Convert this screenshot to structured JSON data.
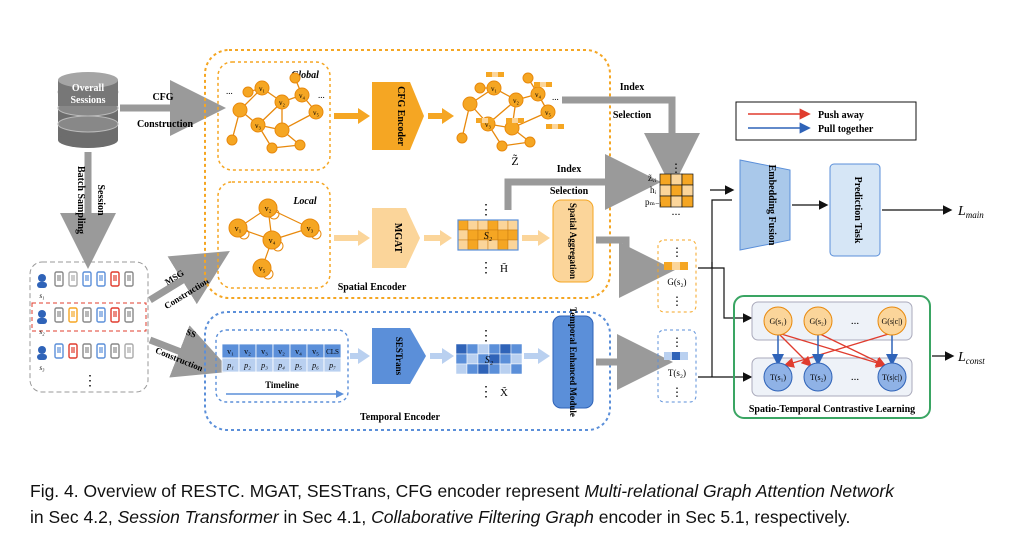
{
  "colors": {
    "orange": "#f5a623",
    "orange_light": "#fbd59a",
    "orange_dark": "#e8890c",
    "blue": "#5b8fd9",
    "blue_light": "#b9d0f0",
    "blue_dark": "#2f63b8",
    "green": "#3aa563",
    "gray": "#9a9a9a",
    "red": "#e03c2e"
  },
  "labels": {
    "overall_sessions": "Overall Sessions",
    "cfg": "CFG",
    "construction": "Construction",
    "batch_sampling": "Batch Sampling",
    "session": "Session",
    "global": "Global",
    "local": "Local",
    "cfg_encoder": "CFG Encoder",
    "mgat": "MGAT",
    "spatial_aggregation": "Spatial Aggregation",
    "spatial_encoder": "Spatial Encoder",
    "z_tilde": "Z̃",
    "h_tilde": "H̃",
    "x_tilde": "X̃",
    "index": "Index",
    "selection": "Selection",
    "embedding_fusion": "Embedding Fusion",
    "prediction_task": "Prediction Task",
    "l_main": "L",
    "l_main_sub": "main",
    "l_const": "L",
    "l_const_sub": "const",
    "push_away": "Push away",
    "pull_together": "Pull together",
    "msg": "MSG",
    "ss": "SS",
    "sestrans": "SESTrans",
    "temporal_enhanced": "Temporal Enhanced Module",
    "temporal_encoder": "Temporal Encoder",
    "timeline": "Timeline",
    "g_s2": "G(s₂)",
    "t_s2": "T(s₂)",
    "st_contrastive": "Spatio-Temporal Contrastive Learning",
    "s2": "S₂",
    "z_vi": "z̃ᵥᵢ",
    "h_i": "hᵢ",
    "p_mi": "pₘ₋ᵢ",
    "cls": "CLS",
    "dots": "...",
    "vdots": "⋮"
  },
  "sequence_v": [
    "v₁",
    "v₂",
    "v₃",
    "v₂",
    "v₄",
    "v₅",
    "CLS"
  ],
  "sequence_p": [
    "p₁",
    "p₂",
    "p₃",
    "p₄",
    "p₅",
    "p₆",
    "p₇"
  ],
  "g_nodes": [
    "G(s₁)",
    "G(s₂)",
    "G(s|c|)"
  ],
  "t_nodes": [
    "T(s₁)",
    "T(s₂)",
    "T(s|c|)"
  ],
  "session_rows": [
    "s₁",
    "s₂",
    "s₃"
  ],
  "caption": {
    "prefix": "Fig. 4.  Overview of RESTC. MGAT, SESTrans, CFG encoder represent ",
    "mgat_full": "Multi-relational Graph Attention Network",
    "line2a": " in Sec 4.2, ",
    "sestrans_full": "Session Transformer",
    "line2b": " in Sec 4.1, ",
    "cfg_full": "Collaborative Filtering Graph",
    "line2c": " encoder in Sec 5.1, respectively."
  }
}
